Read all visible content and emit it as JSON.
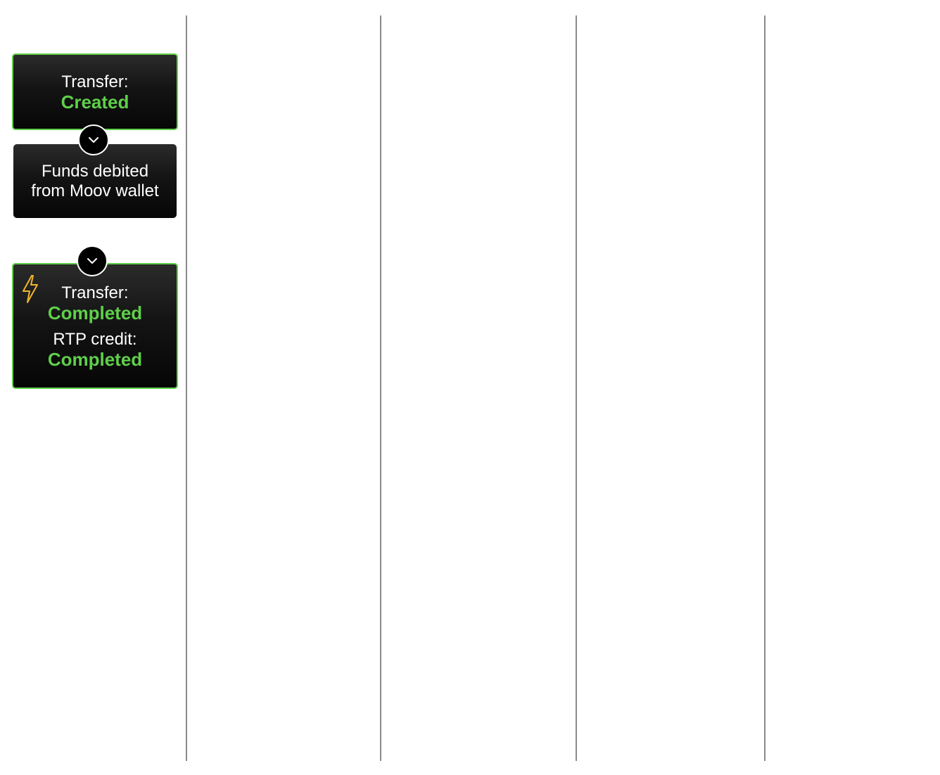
{
  "colors": {
    "accent_green": "#5fcf4a",
    "bolt_yellow": "#f2b62b",
    "divider_gray": "#8a8a8a",
    "box_black": "#0b0b0b"
  },
  "steps": [
    {
      "label": "Transfer:",
      "status": "Created"
    },
    {
      "text_line1": "Funds debited",
      "text_line2": "from Moov wallet"
    },
    {
      "icon": "lightning-bolt-icon",
      "label": "Transfer:",
      "status": "Completed",
      "label2": "RTP credit:",
      "status2": "Completed"
    }
  ],
  "connectors": [
    {
      "icon": "chevron-down-icon"
    },
    {
      "icon": "chevron-down-icon"
    }
  ]
}
